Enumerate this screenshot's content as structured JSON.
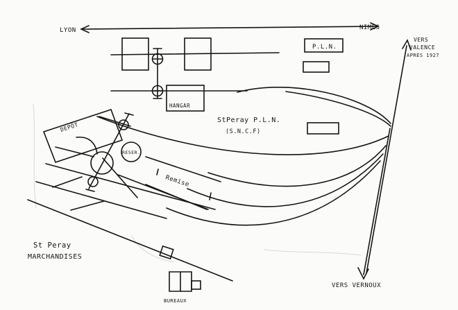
{
  "labels": {
    "lyon": "LYON",
    "nimes": "NIMES",
    "pln_box": "P.L.N.",
    "vers_valence_1": "VERS",
    "vers_valence_2": "VALENCE",
    "vers_valence_3": "APRÈS 1927",
    "hangar": "HANGAR",
    "station_1": "StPeray P.L.N.",
    "station_2": "(S.N.C.F)",
    "depot": "DEPÔT",
    "reser": "RESER.",
    "remise": "Remise",
    "marchandises_1": "St Peray",
    "marchandises_2": "MARCHANDISES",
    "vers_vernoux": "VERS VERNOUX",
    "bureaux": "BUREAUX"
  }
}
